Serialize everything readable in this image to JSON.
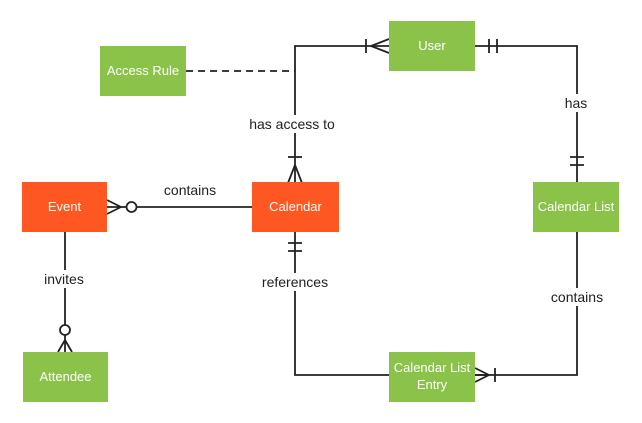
{
  "palette": {
    "orange": "#FF5722",
    "green": "#8BC34A",
    "line": "#222222",
    "label_text": "#212121",
    "entity_text": "#FFFFFF",
    "background": "#FFFFFF"
  },
  "entities": {
    "access_rule": {
      "label": "Access Rule",
      "fill": "green"
    },
    "user": {
      "label": "User",
      "fill": "green"
    },
    "event": {
      "label": "Event",
      "fill": "orange"
    },
    "calendar": {
      "label": "Calendar",
      "fill": "orange"
    },
    "calendar_list": {
      "label": "Calendar List",
      "fill": "green"
    },
    "attendee": {
      "label": "Attendee",
      "fill": "green"
    },
    "calendar_list_entry": {
      "label": "Calendar List Entry",
      "fill": "green"
    }
  },
  "relationships": {
    "contains_event": {
      "label": "contains",
      "between": [
        "Calendar",
        "Event"
      ],
      "markers": [
        "zero-or-many at Event"
      ]
    },
    "has_access_to": {
      "label": "has access to",
      "between": [
        "User",
        "Calendar"
      ],
      "markers": [
        "one-or-many at User",
        "one-or-many at Calendar"
      ]
    },
    "has": {
      "label": "has",
      "between": [
        "User",
        "Calendar List"
      ],
      "markers": [
        "exactly-one at User",
        "exactly-one at Calendar List"
      ]
    },
    "references": {
      "label": "references",
      "between": [
        "Calendar",
        "Calendar List Entry"
      ],
      "markers": [
        "exactly-one at Calendar"
      ]
    },
    "contains_entry": {
      "label": "contains",
      "between": [
        "Calendar List",
        "Calendar List Entry"
      ],
      "markers": [
        "one-or-many at Calendar List Entry"
      ]
    },
    "invites": {
      "label": "invites",
      "between": [
        "Event",
        "Attendee"
      ],
      "markers": [
        "zero-or-many at Attendee"
      ]
    },
    "access_rule_link": {
      "label": "",
      "between": [
        "Access Rule",
        "has access to relationship"
      ],
      "markers": [
        "dashed association"
      ]
    }
  }
}
